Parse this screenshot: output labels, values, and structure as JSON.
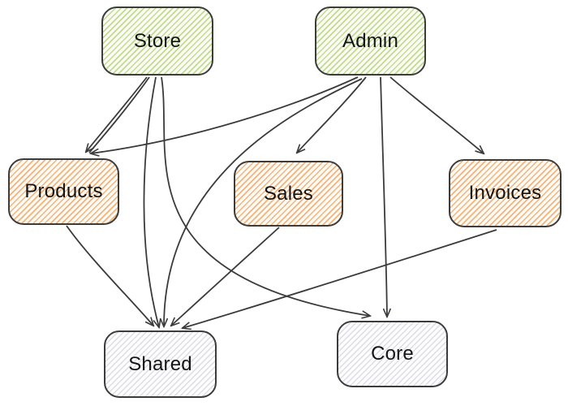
{
  "diagram": {
    "type": "dependency-graph",
    "nodes": [
      {
        "id": "store",
        "label": "Store",
        "group": "app",
        "fill": "green-hatch"
      },
      {
        "id": "admin",
        "label": "Admin",
        "group": "app",
        "fill": "green-hatch"
      },
      {
        "id": "products",
        "label": "Products",
        "group": "module",
        "fill": "orange-hatch"
      },
      {
        "id": "sales",
        "label": "Sales",
        "group": "module",
        "fill": "orange-hatch"
      },
      {
        "id": "invoices",
        "label": "Invoices",
        "group": "module",
        "fill": "orange-hatch"
      },
      {
        "id": "shared",
        "label": "Shared",
        "group": "base",
        "fill": "gray-hatch"
      },
      {
        "id": "core",
        "label": "Core",
        "group": "base",
        "fill": "gray-hatch"
      }
    ],
    "edges": [
      {
        "from": "store",
        "to": "products"
      },
      {
        "from": "store",
        "to": "shared"
      },
      {
        "from": "store",
        "to": "core"
      },
      {
        "from": "admin",
        "to": "products"
      },
      {
        "from": "admin",
        "to": "sales"
      },
      {
        "from": "admin",
        "to": "invoices"
      },
      {
        "from": "admin",
        "to": "shared"
      },
      {
        "from": "admin",
        "to": "core"
      },
      {
        "from": "products",
        "to": "shared"
      },
      {
        "from": "sales",
        "to": "shared"
      },
      {
        "from": "invoices",
        "to": "shared"
      }
    ],
    "colors": {
      "green_stripe": "#c0da92",
      "green_bg": "#fbfdf4",
      "orange_stripe": "#f2b37e",
      "orange_bg": "#fefaf4",
      "gray_stripe": "#dcdce6",
      "gray_bg": "#fdfdfe",
      "node_border": "#3c3c3c",
      "edge": "#3b3b3b",
      "text": "#141414",
      "background": "#ffffff"
    }
  }
}
